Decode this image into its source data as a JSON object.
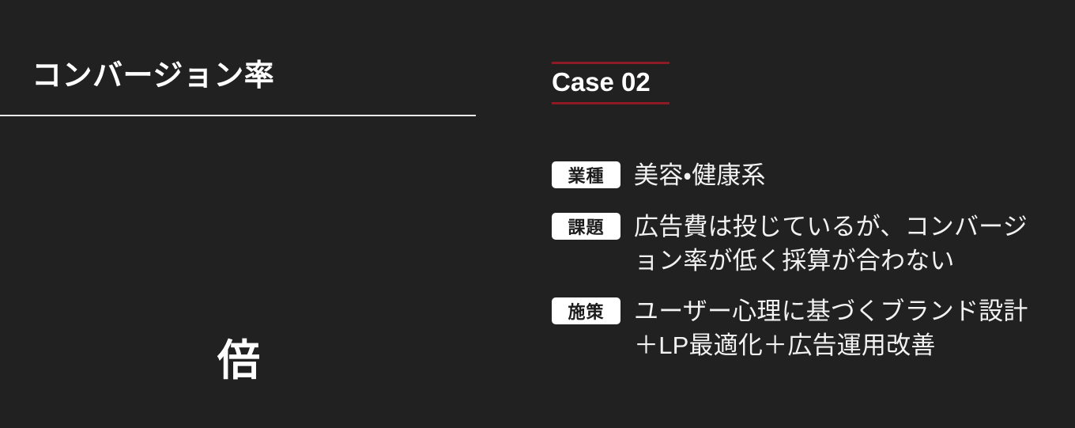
{
  "theme": {
    "background": "#212121",
    "text": "#ffffff",
    "accent_red": "#8e1b24",
    "rule": "#e9e9e9",
    "tag_background": "#ffffff",
    "tag_text": "#1c1c1c"
  },
  "metric": {
    "title": "コンバージョン率",
    "value": "",
    "unit": "倍"
  },
  "case": {
    "label": "Case 02"
  },
  "info": {
    "rows": [
      {
        "tag": "業種",
        "text": "美容・健康系"
      },
      {
        "tag": "課題",
        "text": "広告費は投じているが、コンバージョン率が低く採算が合わない"
      },
      {
        "tag": "施策",
        "text": "ユーザー心理に基づくブランド設計＋LP最適化＋広告運用改善"
      }
    ]
  }
}
